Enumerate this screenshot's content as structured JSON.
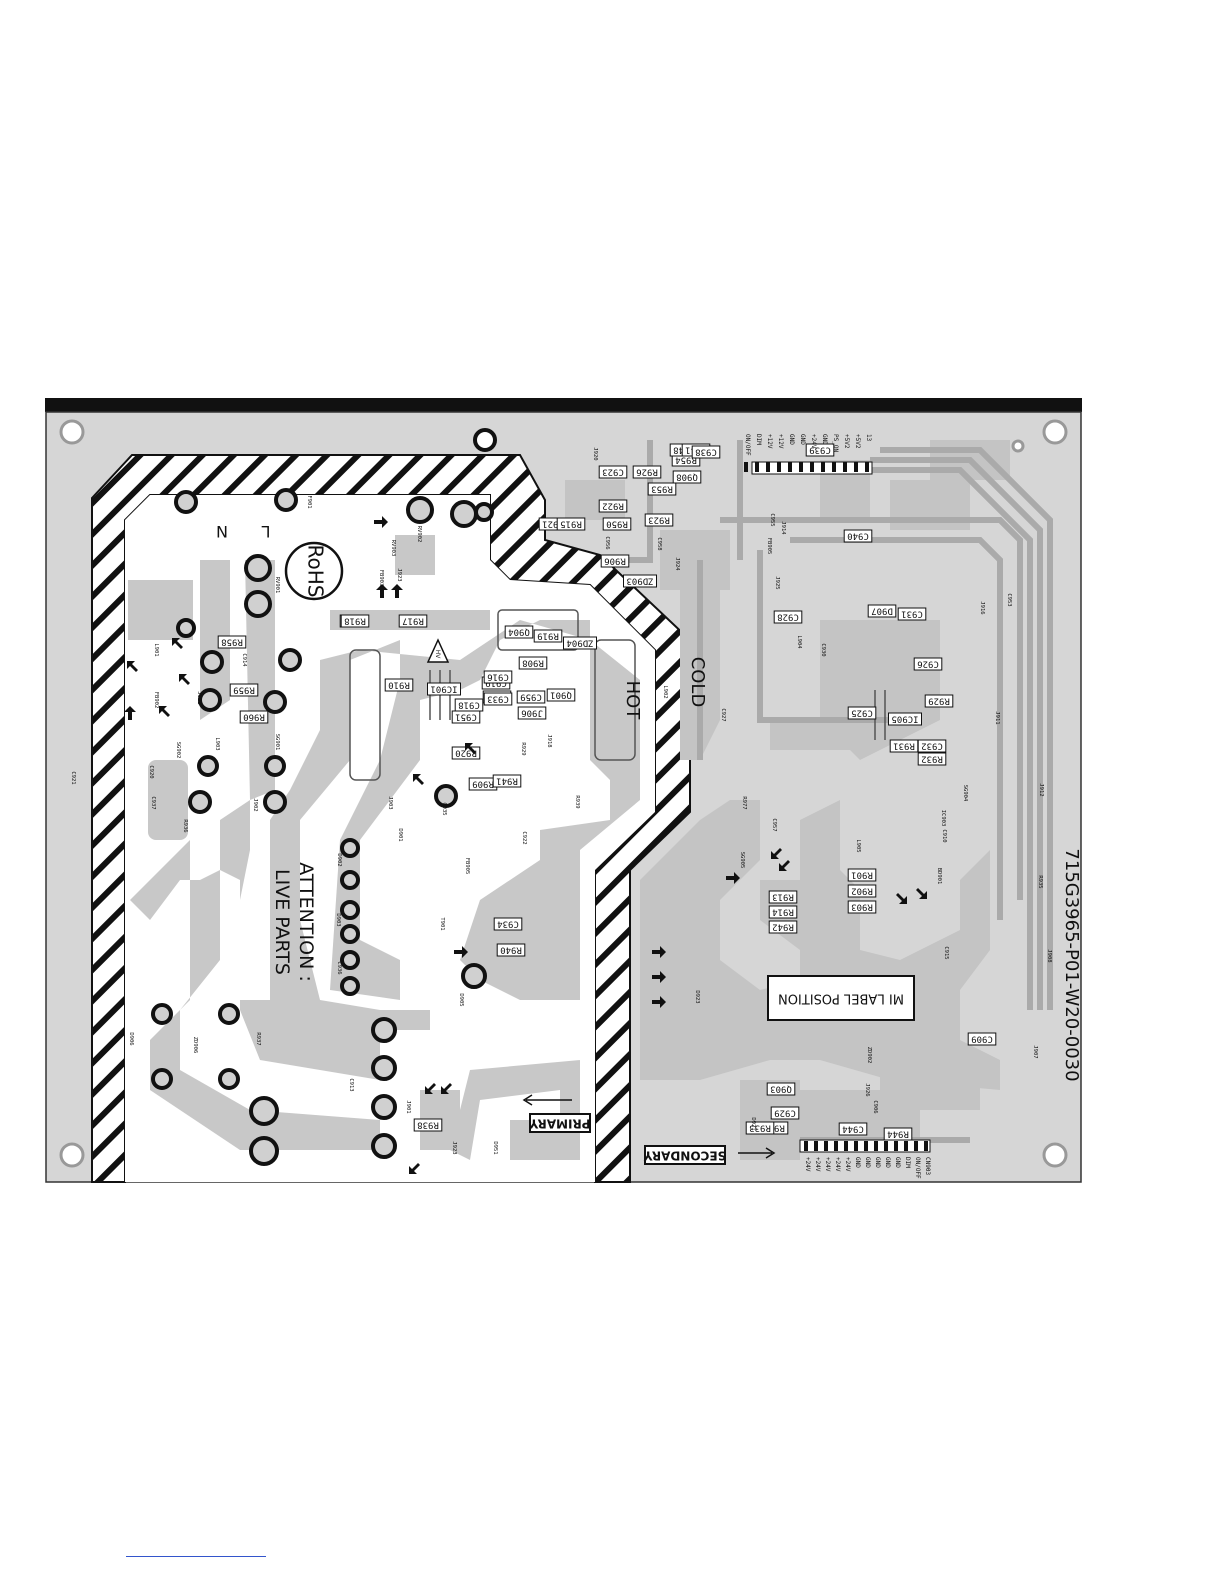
{
  "board_id": "715G3965-P01-W20-0030",
  "labels": {
    "rohs": "RoHS",
    "neutral": "N",
    "line": "L",
    "hot": "HOT",
    "cold": "COLD",
    "attention_line1": "ATTENTION :",
    "attention_line2": "LIVE PARTS",
    "primary": "PRIMARY",
    "secondary": "SECONDARY",
    "mi_label": "MI LABEL POSITION",
    "hv": "HV"
  },
  "connector_pins_top": [
    "ON/OFF",
    "DIM",
    "+12V",
    "+12V",
    "GND",
    "GND",
    "+24V",
    "GND",
    "PS_ON",
    "+5V2",
    "+5V2",
    "13"
  ],
  "connector_pins_bottom": [
    "+24V",
    "+24V",
    "+24V",
    "+24V",
    "+24V",
    "GND",
    "GND",
    "GND",
    "GND",
    "GND",
    "DIM",
    "ON/OFF",
    "CN903"
  ],
  "components": [
    "R958",
    "R959",
    "R960",
    "R916",
    "R917",
    "R918",
    "R910",
    "C951",
    "IC901",
    "C919",
    "C917",
    "C916",
    "C933",
    "C959",
    "Q901",
    "R908",
    "J906",
    "Q904",
    "R919",
    "ZD904",
    "R920",
    "R909",
    "R941",
    "C918",
    "C934",
    "R940",
    "R938",
    "R921",
    "R915",
    "R922",
    "R950",
    "R923",
    "R953",
    "R906",
    "ZD903",
    "Q908",
    "R954",
    "R948",
    "C941",
    "C938",
    "C923",
    "R926",
    "C940",
    "C928",
    "C939",
    "D907",
    "C931",
    "C926",
    "R929",
    "IC905",
    "C925",
    "C932",
    "R931",
    "R932",
    "R913",
    "R914",
    "R942",
    "R901",
    "R902",
    "R903",
    "C909",
    "Q903",
    "C929",
    "R934",
    "R933",
    "C944",
    "R944"
  ],
  "small_labels": [
    "F901",
    "RV901",
    "RV902",
    "RV903",
    "FB903",
    "J923",
    "L901",
    "FB902",
    "J922",
    "C914",
    "L903",
    "SG901",
    "SG902",
    "C920",
    "C921",
    "C937",
    "J902",
    "R936",
    "J903",
    "D901",
    "D902",
    "D903",
    "C936",
    "FB905",
    "T901",
    "D905",
    "C935",
    "C922",
    "R939",
    "R929",
    "J918",
    "J920",
    "C956",
    "C958",
    "J924",
    "L902",
    "C927",
    "L904",
    "C930",
    "J925",
    "J914",
    "FB905",
    "C955",
    "C953",
    "J916",
    "J912",
    "J911",
    "IC903",
    "C910",
    "C915",
    "R977",
    "C957",
    "R935",
    "J908",
    "J907",
    "ZD902",
    "J926",
    "C906",
    "D921",
    "D923",
    "SG904",
    "SG905",
    "L905",
    "BD901",
    "D906",
    "R937",
    "ZD906",
    "C913",
    "J901",
    "D951",
    "J923"
  ]
}
